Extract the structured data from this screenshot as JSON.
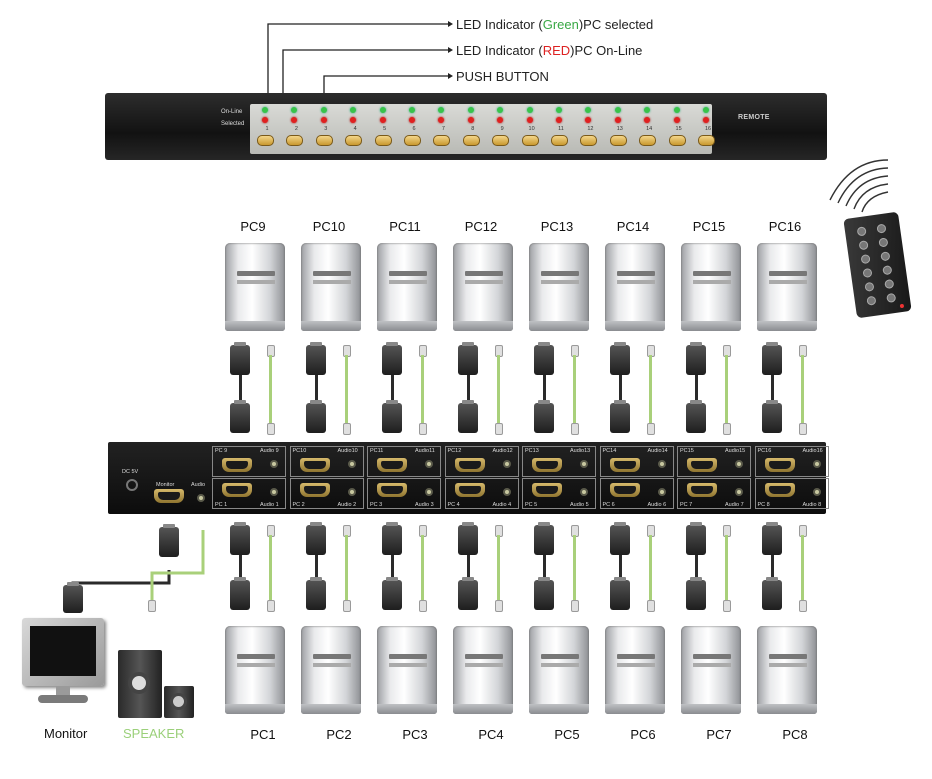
{
  "callouts": [
    {
      "pre": "LED Indicator (",
      "hl": "Green",
      "hl_color": "#39a845",
      "post": ")PC selected"
    },
    {
      "pre": "LED Indicator (",
      "hl": "RED",
      "hl_color": "#dd2222",
      "post": ")PC On-Line"
    },
    {
      "pre": "PUSH BUTTON",
      "hl": "",
      "hl_color": "",
      "post": ""
    }
  ],
  "front_panel": {
    "online_label": "On-Line",
    "selected_label": "Selected",
    "remote_label": "REMOTE",
    "port_numbers": [
      "1",
      "2",
      "3",
      "4",
      "5",
      "6",
      "7",
      "8",
      "9",
      "10",
      "11",
      "12",
      "13",
      "14",
      "15",
      "16"
    ]
  },
  "back_panel": {
    "dc_label": "DC 5V",
    "monitor_label": "Monitor",
    "audio_label": "Audio",
    "top_ports": [
      {
        "pc": "PC 9",
        "audio": "Audio 9"
      },
      {
        "pc": "PC10",
        "audio": "Audio10"
      },
      {
        "pc": "PC11",
        "audio": "Audio11"
      },
      {
        "pc": "PC12",
        "audio": "Audio12"
      },
      {
        "pc": "PC13",
        "audio": "Audio13"
      },
      {
        "pc": "PC14",
        "audio": "Audio14"
      },
      {
        "pc": "PC15",
        "audio": "Audio15"
      },
      {
        "pc": "PC16",
        "audio": "Audio16"
      }
    ],
    "bottom_ports": [
      {
        "pc": "PC 1",
        "audio": "Audio 1"
      },
      {
        "pc": "PC 2",
        "audio": "Audio 2"
      },
      {
        "pc": "PC 3",
        "audio": "Audio 3"
      },
      {
        "pc": "PC 4",
        "audio": "Audio 4"
      },
      {
        "pc": "PC 5",
        "audio": "Audio 5"
      },
      {
        "pc": "PC 6",
        "audio": "Audio 6"
      },
      {
        "pc": "PC 7",
        "audio": "Audio 7"
      },
      {
        "pc": "PC 8",
        "audio": "Audio 8"
      }
    ]
  },
  "top_pcs": [
    "PC9",
    "PC10",
    "PC11",
    "PC12",
    "PC13",
    "PC14",
    "PC15",
    "PC16"
  ],
  "bottom_pcs": [
    "PC1",
    "PC2",
    "PC3",
    "PC4",
    "PC5",
    "PC6",
    "PC7",
    "PC8"
  ],
  "devices": {
    "monitor": "Monitor",
    "speaker": "SPEAKER"
  },
  "colors": {
    "led_green": "#39c34a",
    "led_red": "#e02020",
    "audio_cable": "#a9d07a",
    "speaker_label": "#9bd07a"
  }
}
